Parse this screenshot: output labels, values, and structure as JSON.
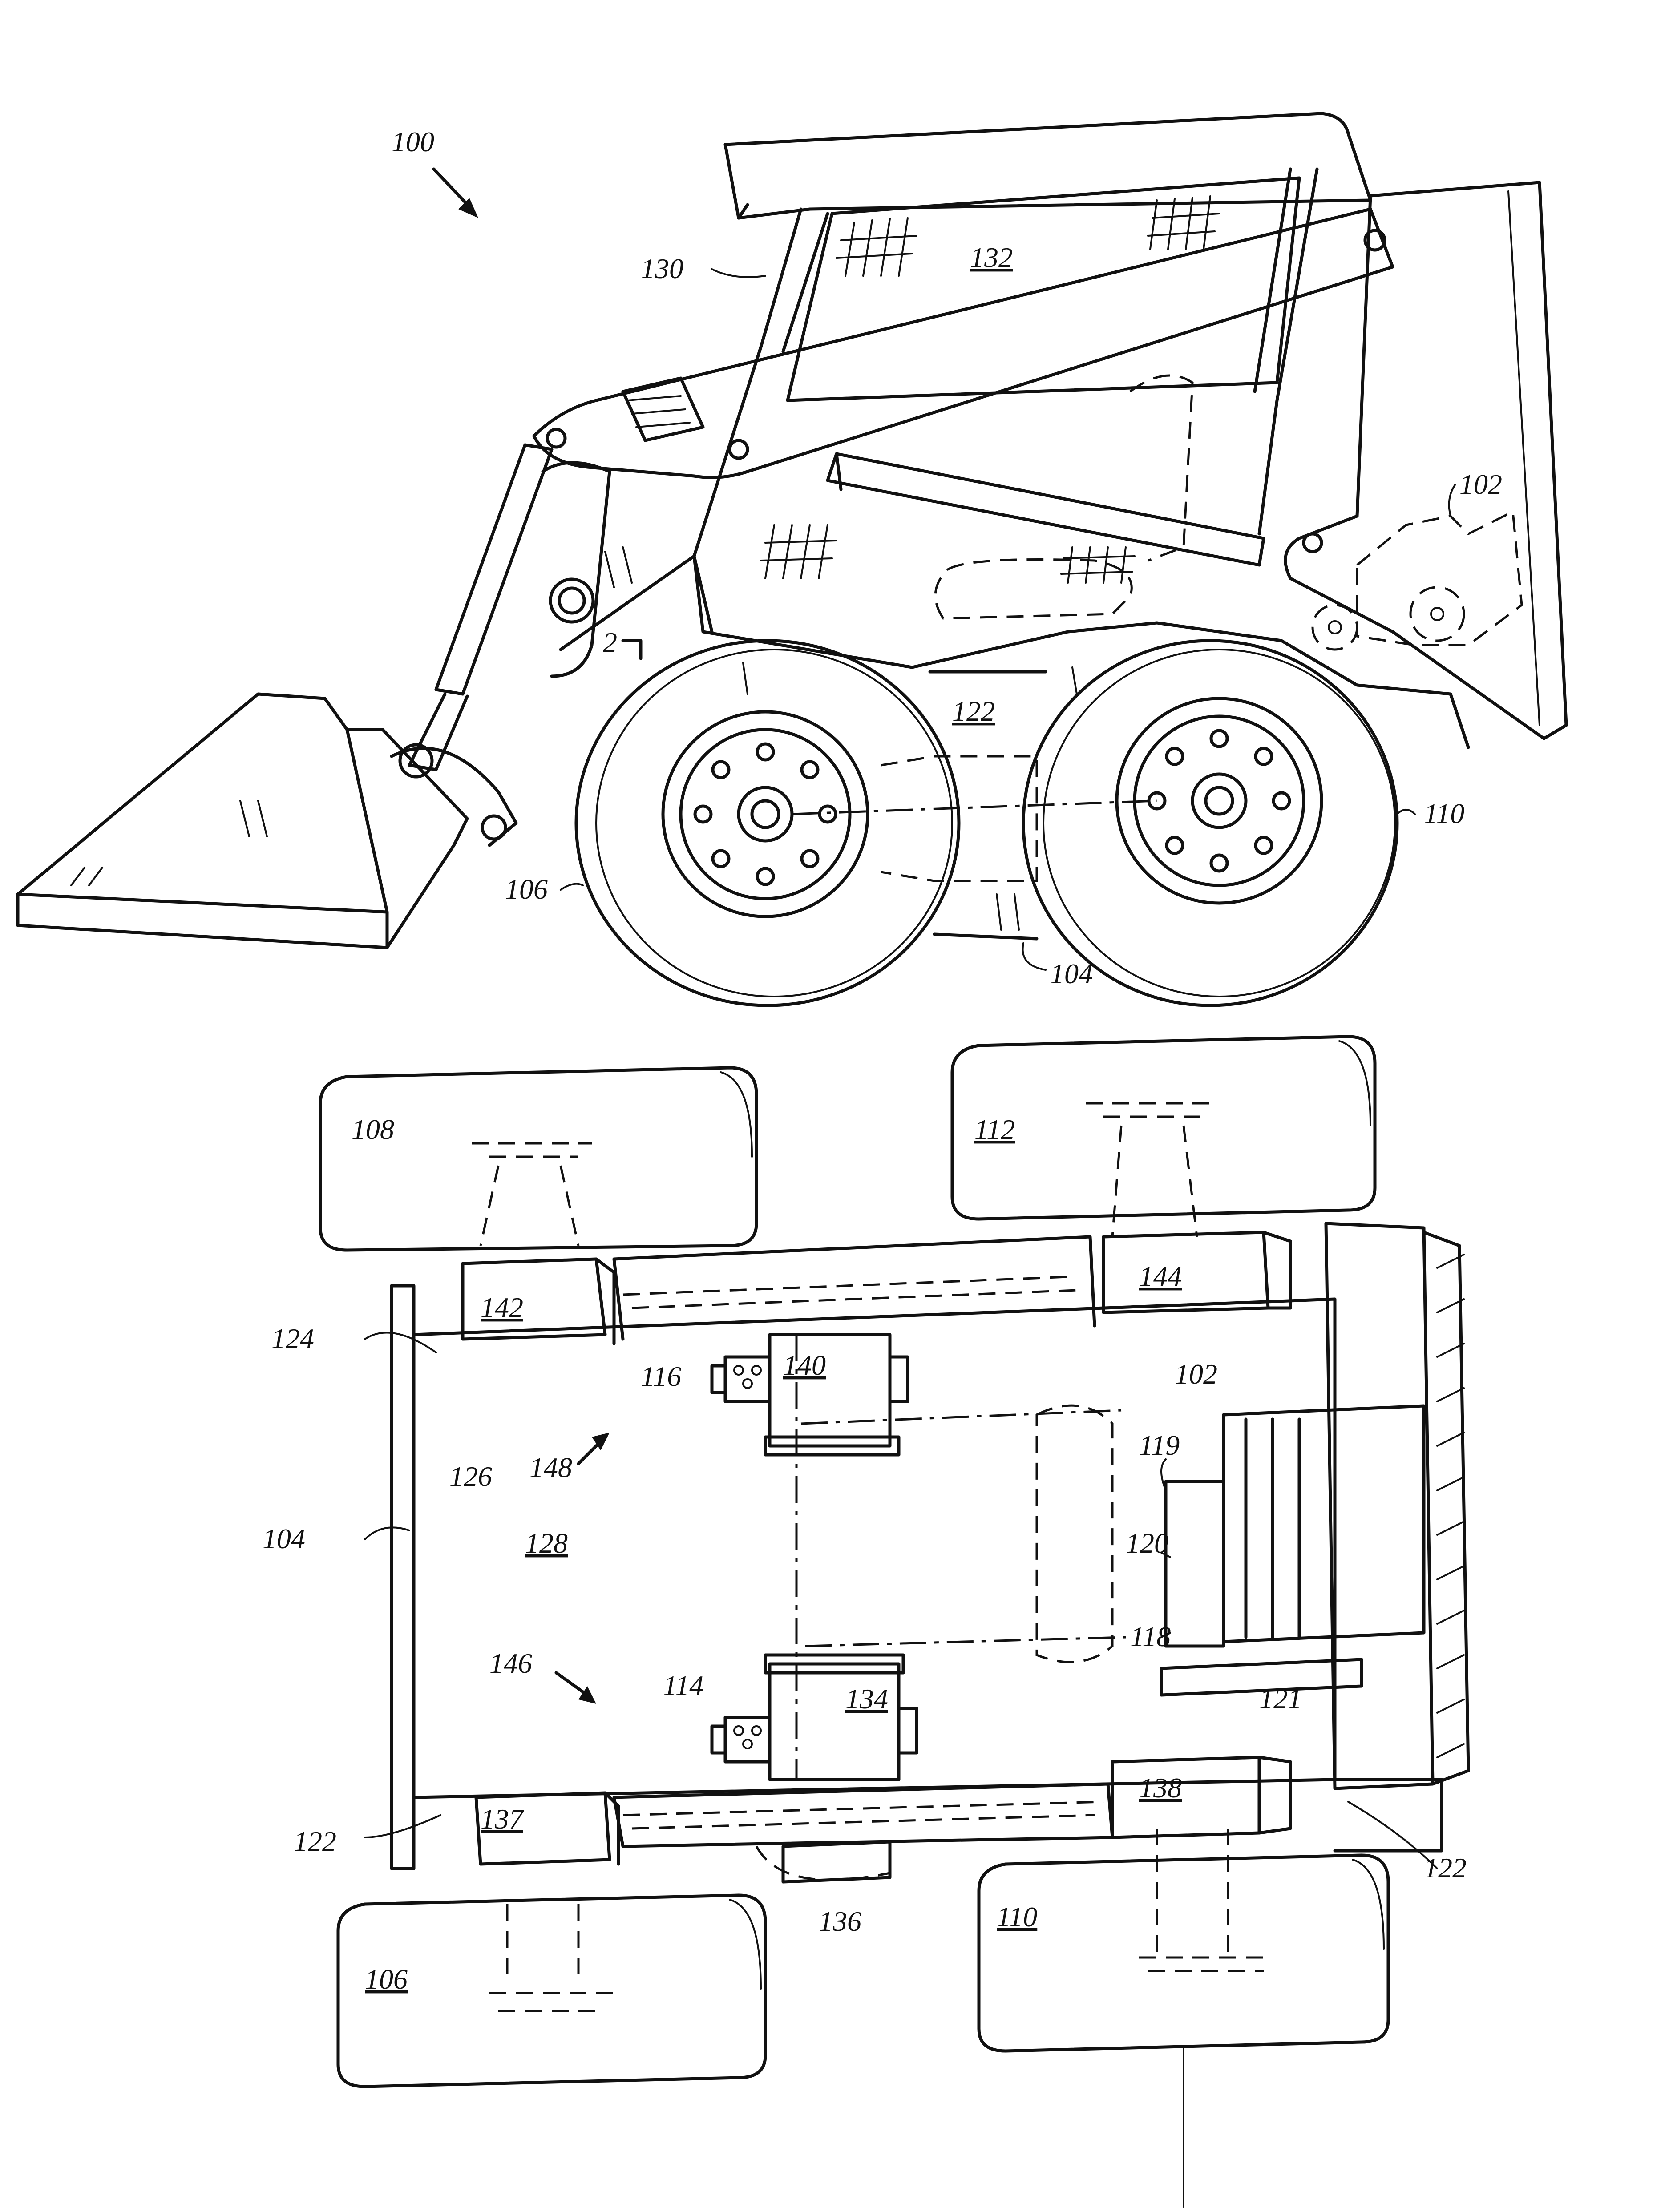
{
  "figure1": {
    "ref_machine": "100",
    "ref_engine": "102",
    "ref_frame": "104",
    "ref_wheel_front": "106",
    "ref_wheel_rear": "110",
    "ref_frame_side": "122",
    "ref_section_mark": "2",
    "ref_lift_arm": "130",
    "ref_cab": "132"
  },
  "figure2": {
    "ref_frame": "104",
    "ref_engine": "102",
    "ref_wheel_fl": "106",
    "ref_wheel_rl": "108",
    "ref_wheel_fr": "110",
    "ref_wheel_rr": "112",
    "ref_motor_a": "114",
    "ref_motor_b": "116",
    "ref_pump_a": "118",
    "ref_pump_mid": "119",
    "ref_pump_b": "120",
    "ref_shaft": "121",
    "ref_side_left": "122",
    "ref_side_right": "122",
    "ref_side_top": "124",
    "ref_front_plate": "126",
    "ref_floor": "128",
    "ref_case_a": "134",
    "ref_cover": "136",
    "ref_case_b": "137",
    "ref_case_c": "138",
    "ref_case_d": "140",
    "ref_case_e": "142",
    "ref_case_f": "144",
    "ref_drive_a": "146",
    "ref_drive_b": "148"
  }
}
